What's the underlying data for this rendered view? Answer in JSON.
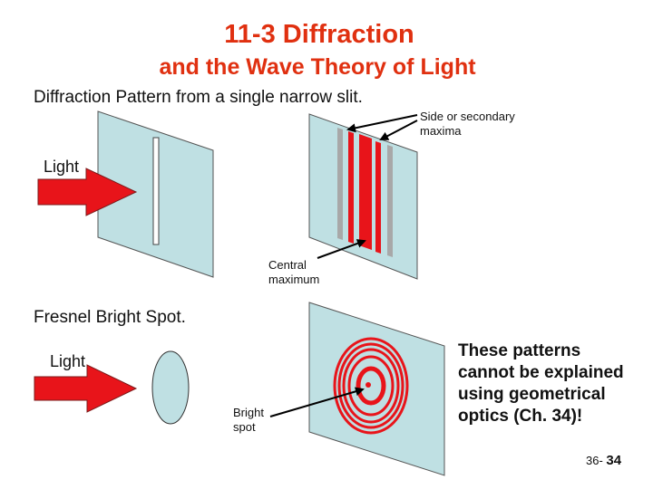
{
  "slide": {
    "title": "11-3 Diffraction",
    "subtitle": "and the Wave Theory of Light",
    "section1_heading": "Diffraction Pattern from a single narrow slit.",
    "section2_heading": "Fresnel Bright Spot.",
    "light_label_1": "Light",
    "light_label_2": "Light",
    "side_maxima_line1": "Side or secondary",
    "side_maxima_line2": "maxima",
    "central_max_line1": "Central",
    "central_max_line2": "maximum",
    "bright_spot_line1": "Bright",
    "bright_spot_line2": "spot",
    "note_lines": [
      "These patterns",
      "cannot be explained",
      "using geometrical",
      "optics (Ch. 34)!"
    ],
    "page_prefix": "36-",
    "page_number": "34"
  },
  "colors": {
    "title": "#e03010",
    "screen": "#bfe0e3",
    "red": "#e8141a",
    "grey_band": "#a8a8a8"
  }
}
